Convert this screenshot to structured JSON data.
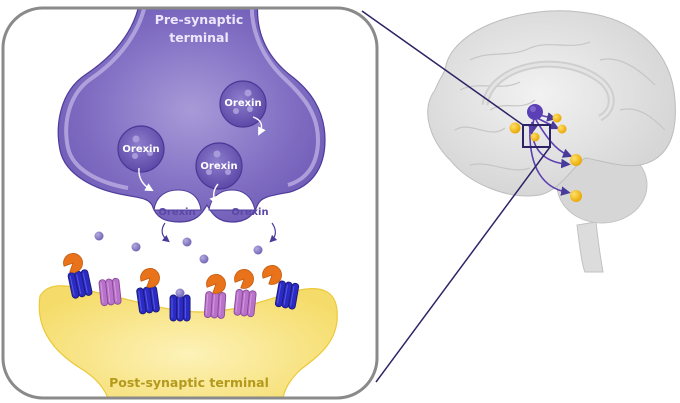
{
  "diagram": {
    "title": "Orexin signaling at the synapse",
    "presynaptic": {
      "label_line1": "Pre-synaptic",
      "label_line2": "terminal"
    },
    "postsynaptic": {
      "label": "Post-synaptic terminal"
    },
    "vesicles": [
      {
        "label": "Orexin"
      },
      {
        "label": "Orexin"
      },
      {
        "label": "Orexin"
      }
    ],
    "released_labels": [
      {
        "label": "Orexin"
      },
      {
        "label": "Orexin"
      }
    ],
    "free_orexin_count": 6,
    "receptors": [
      {
        "type": "OX1R",
        "bound": false
      },
      {
        "type": "OX2R",
        "bound": false
      },
      {
        "type": "OX1R",
        "bound": false
      },
      {
        "type": "OX1R",
        "bound": true
      },
      {
        "type": "OX2R",
        "bound": false
      },
      {
        "type": "OX2R",
        "bound": false
      },
      {
        "type": "OX1R",
        "bound": false
      }
    ],
    "brain_inset": {
      "source_nucleus": "hypothalamus",
      "target_count": 6
    },
    "colors": {
      "presynaptic": "#7b65bf",
      "presynaptic_rim": "#b6a6e0",
      "postsynaptic": "#f8e27a",
      "receptor_blue": "#2b2bc4",
      "receptor_pink": "#b872c9",
      "antagonist_orange": "#e8731a",
      "orexin_particle": "#8d82c9",
      "target_yellow": "#f5b814",
      "connector": "#2d2466",
      "panel_border": "#8a8a8a"
    }
  }
}
